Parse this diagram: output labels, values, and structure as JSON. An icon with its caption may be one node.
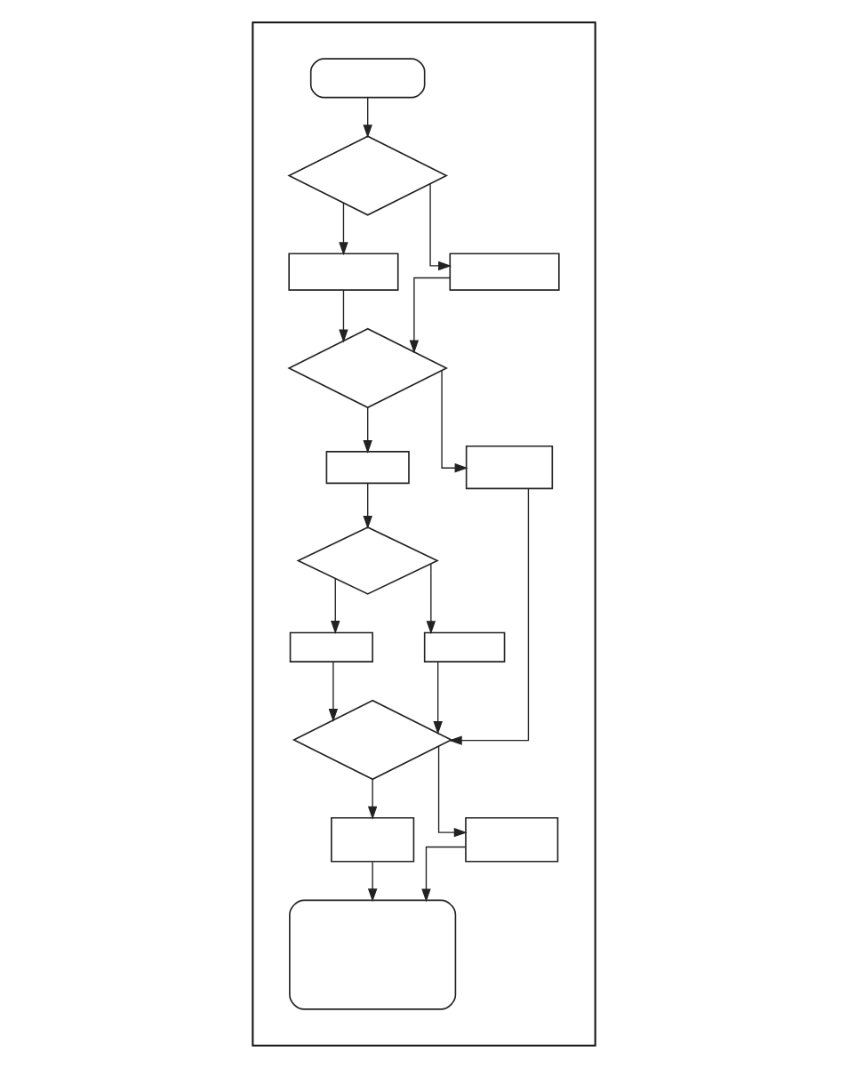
{
  "diagram": {
    "nodes": [
      {
        "text": [],
        "shape": "box"
      },
      {
        "text": [],
        "shape": "rounded",
        "in": 0
      },
      {
        "text": [],
        "shape": "diamond",
        "in": 0
      },
      {
        "text": [],
        "shape": "box",
        "in": 0
      },
      {
        "text": [],
        "shape": "box",
        "in": 0
      },
      {
        "text": [],
        "shape": "diamond",
        "in": 0
      },
      {
        "text": [],
        "shape": "box",
        "in": 0
      },
      {
        "text": [],
        "shape": "box",
        "in": 0
      },
      {
        "text": [],
        "shape": "diamond",
        "in": 0
      },
      {
        "text": [],
        "shape": "box",
        "in": 0
      },
      {
        "text": [],
        "shape": "box",
        "in": 0
      },
      {
        "text": [],
        "shape": "diamond",
        "in": 0
      },
      {
        "text": [],
        "shape": "box",
        "in": 0
      },
      {
        "text": [],
        "shape": "box",
        "in": 0
      },
      {
        "text": [],
        "shape": "rounded",
        "in": 0
      }
    ],
    "edges": [
      {
        "from": 1,
        "to": 2,
        "arrow": "to"
      },
      {
        "from": 2,
        "to": 3,
        "arrow": "to"
      },
      {
        "from": 2,
        "to": 4,
        "arrow": "to"
      },
      {
        "from": 3,
        "to": 5,
        "arrow": "to"
      },
      {
        "from": 4,
        "to": 5,
        "arrow": "to"
      },
      {
        "from": 5,
        "to": 6,
        "arrow": "to"
      },
      {
        "from": 5,
        "to": 7,
        "arrow": "to"
      },
      {
        "from": 6,
        "to": 8,
        "arrow": "to"
      },
      {
        "from": 8,
        "to": 9,
        "arrow": "to"
      },
      {
        "from": 8,
        "to": 10,
        "arrow": "to"
      },
      {
        "from": 9,
        "to": 11,
        "arrow": "to"
      },
      {
        "from": 10,
        "to": 11,
        "arrow": "to"
      },
      {
        "from": 7,
        "to": 11,
        "arrow": "to"
      },
      {
        "from": 11,
        "to": 12,
        "arrow": "to"
      },
      {
        "from": 11,
        "to": 13,
        "arrow": "to"
      },
      {
        "from": 12,
        "to": 14,
        "arrow": "to"
      },
      {
        "from": 13,
        "to": 14,
        "arrow": "to"
      }
    ]
  }
}
